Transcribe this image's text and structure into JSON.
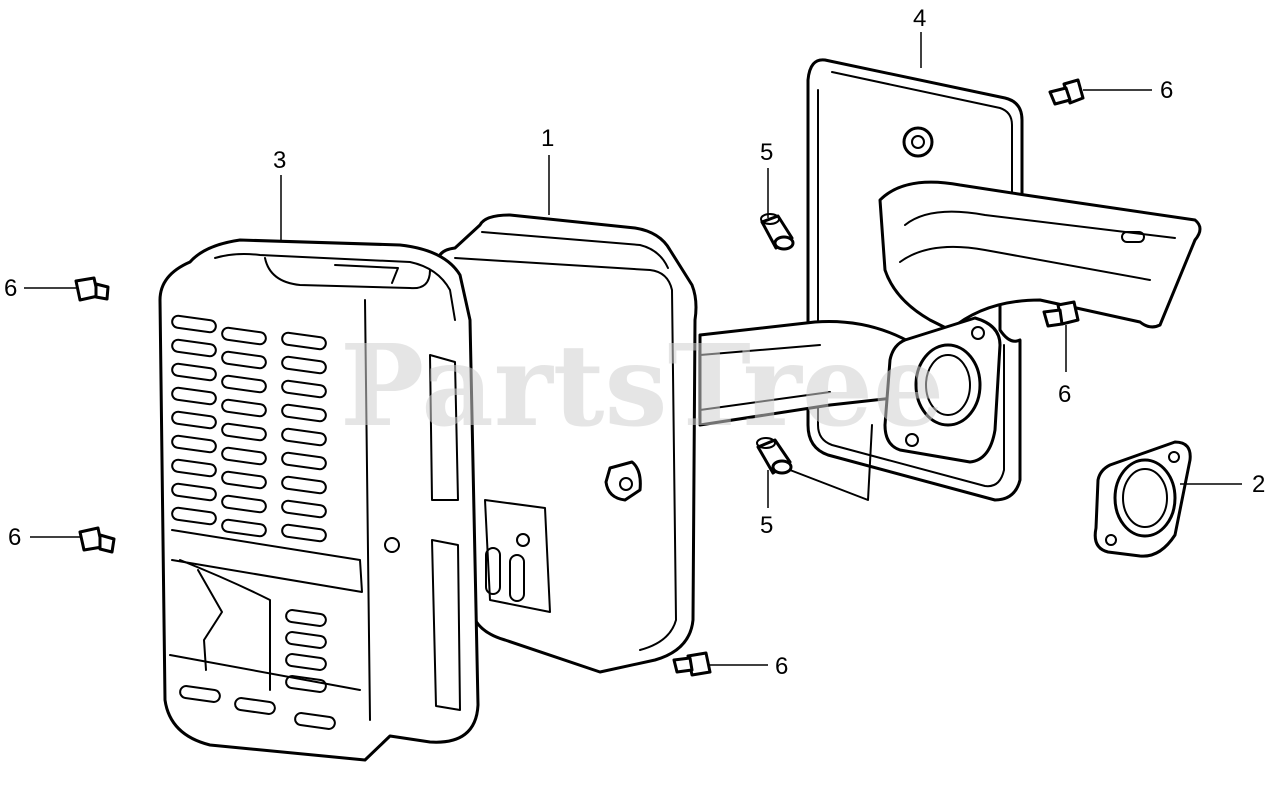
{
  "watermark": "PartsTree",
  "callouts": [
    {
      "id": "c1",
      "text": "1"
    },
    {
      "id": "c2",
      "text": "2"
    },
    {
      "id": "c3",
      "text": "3"
    },
    {
      "id": "c4",
      "text": "4"
    },
    {
      "id": "c5a",
      "text": "5"
    },
    {
      "id": "c5b",
      "text": "5"
    },
    {
      "id": "c6a",
      "text": "6"
    },
    {
      "id": "c6b",
      "text": "6"
    },
    {
      "id": "c6c",
      "text": "6"
    },
    {
      "id": "c6d",
      "text": "6"
    },
    {
      "id": "c6e",
      "text": "6"
    }
  ]
}
